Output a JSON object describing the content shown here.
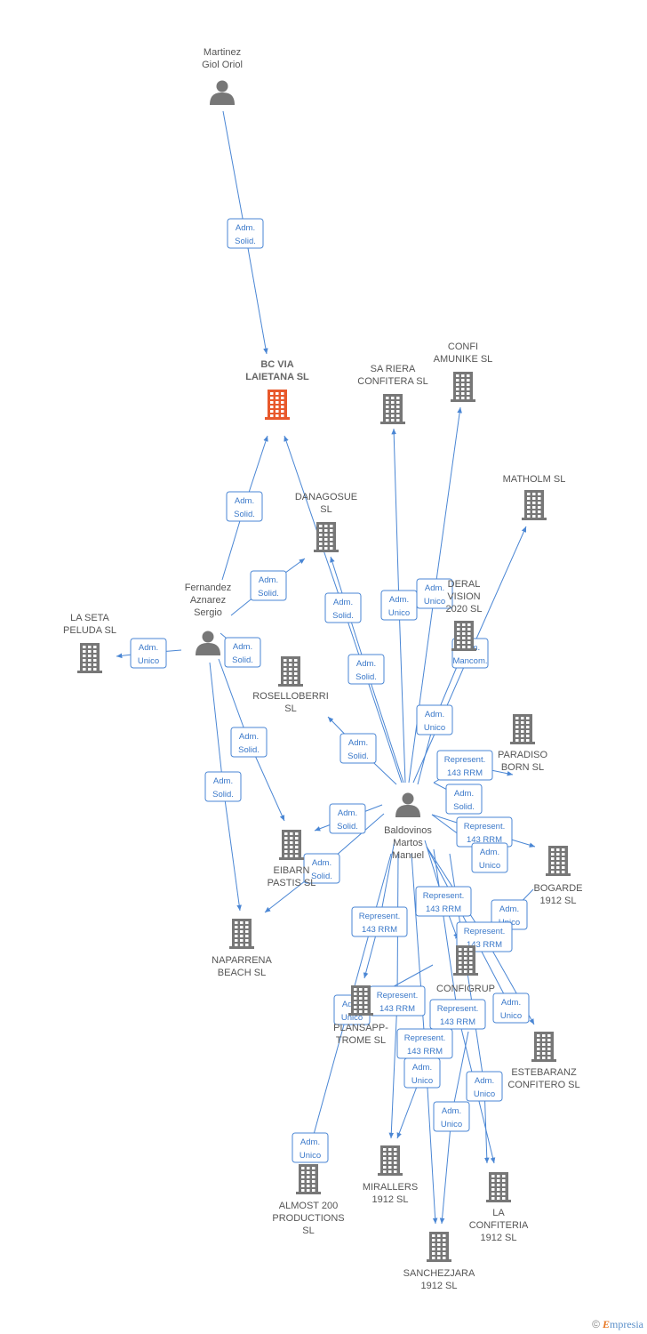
{
  "nodes": [
    {
      "id": "martinez",
      "type": "person",
      "label": [
        "Martinez",
        "Giol Oriol"
      ]
    },
    {
      "id": "bcvia",
      "type": "company-main",
      "label": [
        "BC VIA",
        "LAIETANA  SL"
      ]
    },
    {
      "id": "sariera",
      "type": "company",
      "label": [
        "SA RIERA",
        "CONFITERA  SL"
      ]
    },
    {
      "id": "confi",
      "type": "company",
      "label": [
        "CONFI",
        "AMUNIKE  SL"
      ]
    },
    {
      "id": "matholm",
      "type": "company",
      "label": [
        "MATHOLM  SL"
      ]
    },
    {
      "id": "danagosue",
      "type": "company",
      "label": [
        "DANAGOSUE",
        "SL"
      ]
    },
    {
      "id": "federal",
      "type": "company",
      "label": [
        "DERAL",
        "VISION",
        "2020  SL"
      ]
    },
    {
      "id": "fernandez",
      "type": "person",
      "label": [
        "Fernandez",
        "Aznarez",
        "Sergio"
      ]
    },
    {
      "id": "laseta",
      "type": "company",
      "label": [
        "LA SETA",
        "PELUDA  SL"
      ]
    },
    {
      "id": "roselloberri",
      "type": "company",
      "label": [
        "ROSELLOBERRI",
        "SL"
      ]
    },
    {
      "id": "paradiso",
      "type": "company",
      "label": [
        "PARADISO",
        "BORN  SL"
      ]
    },
    {
      "id": "baldovinos",
      "type": "person",
      "label": [
        "Baldovinos",
        "Martos",
        "Manuel"
      ]
    },
    {
      "id": "eibarn",
      "type": "company",
      "label": [
        "EIBARN",
        "PASTIS SL"
      ]
    },
    {
      "id": "bogarde",
      "type": "company",
      "label": [
        "BOGARDE",
        "1912  SL"
      ]
    },
    {
      "id": "naparrena",
      "type": "company",
      "label": [
        "NAPARRENA",
        "BEACH  SL"
      ]
    },
    {
      "id": "configrup",
      "type": "company",
      "label": [
        "CONFIGRUP"
      ]
    },
    {
      "id": "plansapp",
      "type": "company",
      "label": [
        "PLANSAPP-",
        "TROME SL"
      ]
    },
    {
      "id": "estebaranz",
      "type": "company",
      "label": [
        "ESTEBARANZ",
        "CONFITERO  SL"
      ]
    },
    {
      "id": "almost",
      "type": "company",
      "label": [
        "ALMOST 200",
        "PRODUCTIONS",
        "SL"
      ]
    },
    {
      "id": "mirallers",
      "type": "company",
      "label": [
        "MIRALLERS",
        "1912  SL"
      ]
    },
    {
      "id": "laconfiteria",
      "type": "company",
      "label": [
        "LA",
        "CONFITERIA",
        "1912  SL"
      ]
    },
    {
      "id": "sanchezjara",
      "type": "company",
      "label": [
        "SANCHEZJARA",
        "1912  SL"
      ]
    }
  ],
  "edges": [
    {
      "from": "martinez",
      "to": "bcvia",
      "label": [
        "Adm.",
        "Solid."
      ]
    },
    {
      "from": "fernandez",
      "to": "bcvia",
      "label": [
        "Adm.",
        "Solid."
      ]
    },
    {
      "from": "fernandez",
      "to": "danagosue",
      "label": [
        "Adm.",
        "Solid."
      ]
    },
    {
      "from": "fernandez",
      "to": "laseta",
      "label": [
        "Adm.",
        "Unico"
      ]
    },
    {
      "from": "fernandez",
      "to": "roselloberri",
      "label": [
        "Adm.",
        "Solid."
      ]
    },
    {
      "from": "fernandez",
      "to": "eibarn",
      "label": [
        "Adm.",
        "Solid."
      ]
    },
    {
      "from": "fernandez",
      "to": "naparrena",
      "label": [
        "Adm.",
        "Solid."
      ]
    },
    {
      "from": "baldovinos",
      "to": "bcvia",
      "label": [
        "Adm.",
        "Solid."
      ]
    },
    {
      "from": "baldovinos",
      "to": "danagosue",
      "label": [
        "Adm.",
        "Solid."
      ]
    },
    {
      "from": "baldovinos",
      "to": "roselloberri",
      "label": [
        "Adm.",
        "Solid."
      ]
    },
    {
      "from": "baldovinos",
      "to": "eibarn",
      "label": [
        "Adm.",
        "Solid."
      ]
    },
    {
      "from": "baldovinos",
      "to": "naparrena",
      "label": [
        "Adm.",
        "Solid."
      ]
    },
    {
      "from": "baldovinos",
      "to": "sariera",
      "label": [
        "Adm.",
        "Unico"
      ]
    },
    {
      "from": "baldovinos",
      "to": "confi",
      "label": [
        "Adm.",
        "Unico"
      ]
    },
    {
      "from": "baldovinos",
      "to": "matholm",
      "label": [
        "Adm.",
        "Mancom."
      ]
    },
    {
      "from": "baldovinos",
      "to": "federal",
      "label": [
        "Adm.",
        "Unico"
      ]
    },
    {
      "from": "baldovinos",
      "to": "paradiso",
      "label": [
        "Represent.",
        "143 RRM"
      ]
    },
    {
      "from": "baldovinos",
      "to": "paradiso",
      "label": [
        "Adm.",
        "Solid."
      ]
    },
    {
      "from": "baldovinos",
      "to": "bogarde",
      "label": [
        "Represent.",
        "143 RRM"
      ]
    },
    {
      "from": "baldovinos",
      "to": "bogarde",
      "label": [
        "Adm.",
        "Unico"
      ]
    },
    {
      "from": "baldovinos",
      "to": "configrup",
      "label": [
        "Represent.",
        "143 RRM"
      ]
    },
    {
      "from": "baldovinos",
      "to": "configrup",
      "label": [
        "Adm.",
        "Unico"
      ]
    },
    {
      "from": "baldovinos",
      "to": "estebaranz",
      "label": [
        "Represent.",
        "143 RRM"
      ]
    },
    {
      "from": "baldovinos",
      "to": "estebaranz",
      "label": [
        "Adm.",
        "Unico"
      ]
    },
    {
      "from": "baldovinos",
      "to": "plansapp",
      "label": [
        "Represent.",
        "143 RRM"
      ]
    },
    {
      "from": "baldovinos",
      "to": "plansapp",
      "label": [
        "Adm.",
        "Unico"
      ]
    },
    {
      "from": "baldovinos",
      "to": "almost",
      "label": [
        "Adm.",
        "Unico"
      ]
    },
    {
      "from": "baldovinos",
      "to": "mirallers",
      "label": [
        "Represent.",
        "143 RRM"
      ]
    },
    {
      "from": "baldovinos",
      "to": "mirallers",
      "label": [
        "Adm.",
        "Unico"
      ]
    },
    {
      "from": "baldovinos",
      "to": "laconfiteria",
      "label": [
        "Represent.",
        "143 RRM"
      ]
    },
    {
      "from": "baldovinos",
      "to": "laconfiteria",
      "label": [
        "Adm.",
        "Unico"
      ]
    },
    {
      "from": "baldovinos",
      "to": "sanchezjara",
      "label": [
        "Represent.",
        "143 RRM"
      ]
    },
    {
      "from": "baldovinos",
      "to": "sanchezjara",
      "label": [
        "Adm.",
        "Unico"
      ]
    }
  ],
  "colors": {
    "edge": "#4a86d4",
    "node": "#777777",
    "main_node": "#e8582b"
  },
  "watermark": {
    "copyright": "©",
    "brand_initial": "E",
    "brand_rest": "mpresia"
  }
}
